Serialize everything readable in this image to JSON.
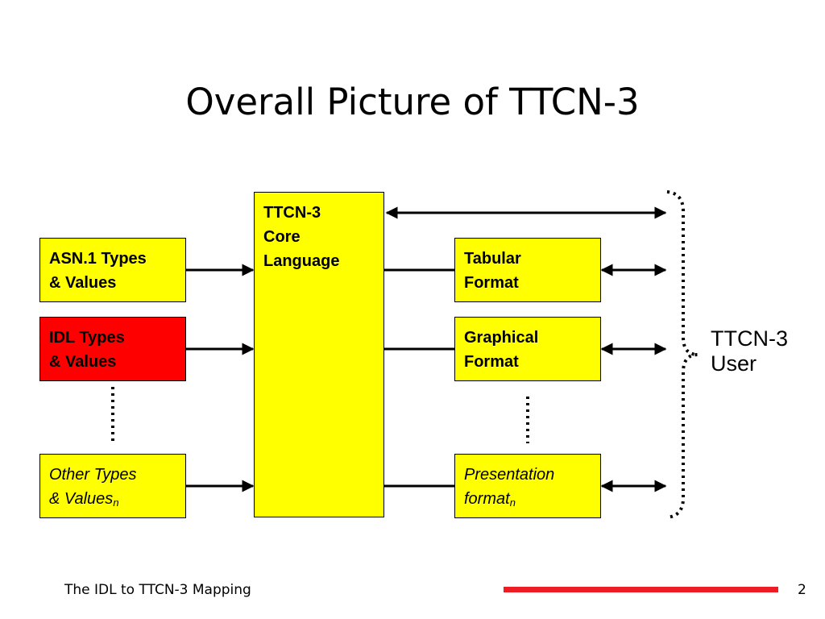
{
  "slide": {
    "title": "Overall Picture of TTCN-3",
    "footer": "The IDL to TTCN-3 Mapping",
    "page_number": "2"
  },
  "diagram": {
    "core": {
      "line1": "TTCN-3",
      "line2": "Core",
      "line3": "Language",
      "color": "#ffff00"
    },
    "inputs": {
      "asn1": {
        "line1": "ASN.1 Types",
        "line2": "& Values",
        "color": "#ffff00"
      },
      "idl": {
        "line1": "IDL Types",
        "line2": "& Values",
        "color": "#ff0000"
      },
      "other": {
        "line1": "Other Types",
        "line2": "& Values",
        "sub": "n",
        "color": "#ffff00"
      }
    },
    "formats": {
      "tabular": {
        "line1": "Tabular",
        "line2": "Format",
        "color": "#ffff00"
      },
      "graphical": {
        "line1": "Graphical",
        "line2": "Format",
        "color": "#ffff00"
      },
      "presentation": {
        "line1": "Presentation",
        "line2": "format",
        "sub": "n",
        "color": "#ffff00"
      }
    },
    "user": {
      "line1": "TTCN-3",
      "line2": "User"
    }
  },
  "colors": {
    "accent_bar": "#ee1c24",
    "box_yellow": "#ffff00",
    "box_red": "#ff0000"
  }
}
